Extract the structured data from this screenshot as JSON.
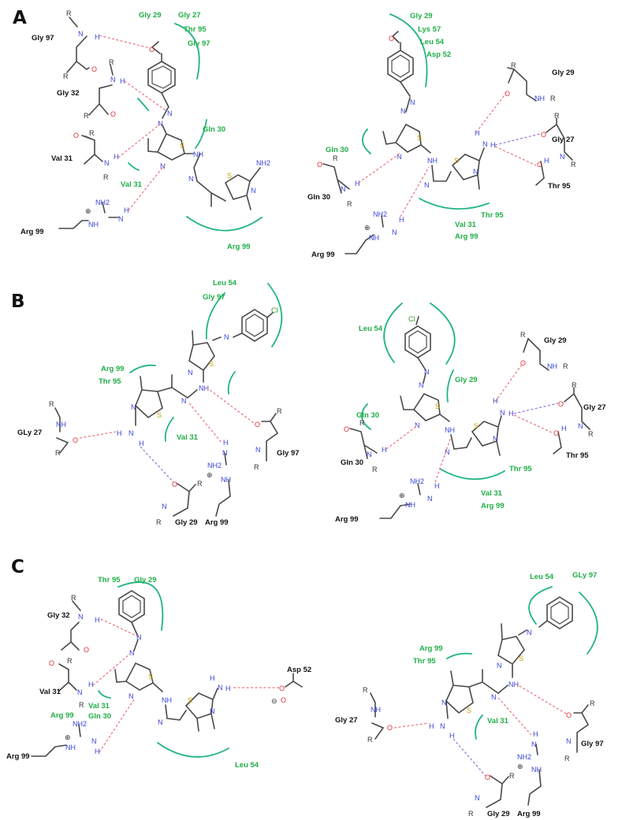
{
  "panels": {
    "A": {
      "label": "A",
      "left": {
        "black": [
          "Gly 97",
          "Gly 32",
          "Val 31",
          "Arg 99"
        ],
        "green": [
          "Gly 29",
          "Gly 27",
          "Thr 95",
          "Gly 97",
          "Gln 30",
          "Val 31",
          "Arg 99"
        ]
      },
      "right": {
        "black": [
          "Gly 29",
          "Gly  27",
          "Thr 95",
          "Gln 30",
          "Arg 99"
        ],
        "green": [
          "Gly 29",
          "Lys 57",
          "Leu 54",
          "Asp 52",
          "Gln 30",
          "Thr 95",
          "Val 31",
          "Arg 99"
        ]
      }
    },
    "B": {
      "label": "B",
      "left": {
        "black": [
          "GLy 27",
          "Gly 97",
          "Gly 29",
          "Arg 99"
        ],
        "green": [
          "Leu 54",
          "Gly 97",
          "Arg 99",
          "Thr 95",
          "Val 31"
        ]
      },
      "right": {
        "black": [
          "Gly 29",
          "Gly  27",
          "Thr 95",
          "Gln 30",
          "Arg 99"
        ],
        "green": [
          "Leu 54",
          "Gly 29",
          "Gln 30",
          "Thr 95",
          "Val 31",
          "Arg 99"
        ]
      }
    },
    "C": {
      "label": "C",
      "left": {
        "black": [
          "Gly 32",
          "Val 31",
          "Arg 99",
          "Asp 52"
        ],
        "green": [
          "Thr 95",
          "Gly 29",
          "Val 31",
          "Gln 30",
          "Arg 99",
          "Leu 54"
        ]
      },
      "right": {
        "black": [
          "Gly  27",
          "Gly 97",
          "Gly 29",
          "Arg 99"
        ],
        "green": [
          "Leu 54",
          "GLy 97",
          "Arg 99",
          "Thr 95",
          "Val 31"
        ]
      }
    }
  },
  "atoms": {
    "N": "N",
    "NH": "NH",
    "NH2": "NH2",
    "H": "H",
    "O": "O",
    "S": "S",
    "Cl": "Cl",
    "R": "R",
    "plus": "⊕",
    "minus": "⊖"
  },
  "colors": {
    "nitrogen": "#3a43d6",
    "oxygen": "#e0313a",
    "sulfur": "#c8a000",
    "chlorine": "#2f9a2f",
    "hbond_red": "#ec7a85",
    "hbond_violet": "#a07ad8",
    "hydrophobic_arc": "#22b482",
    "residue_green": "#1fae46",
    "residue_black": "#111111"
  }
}
